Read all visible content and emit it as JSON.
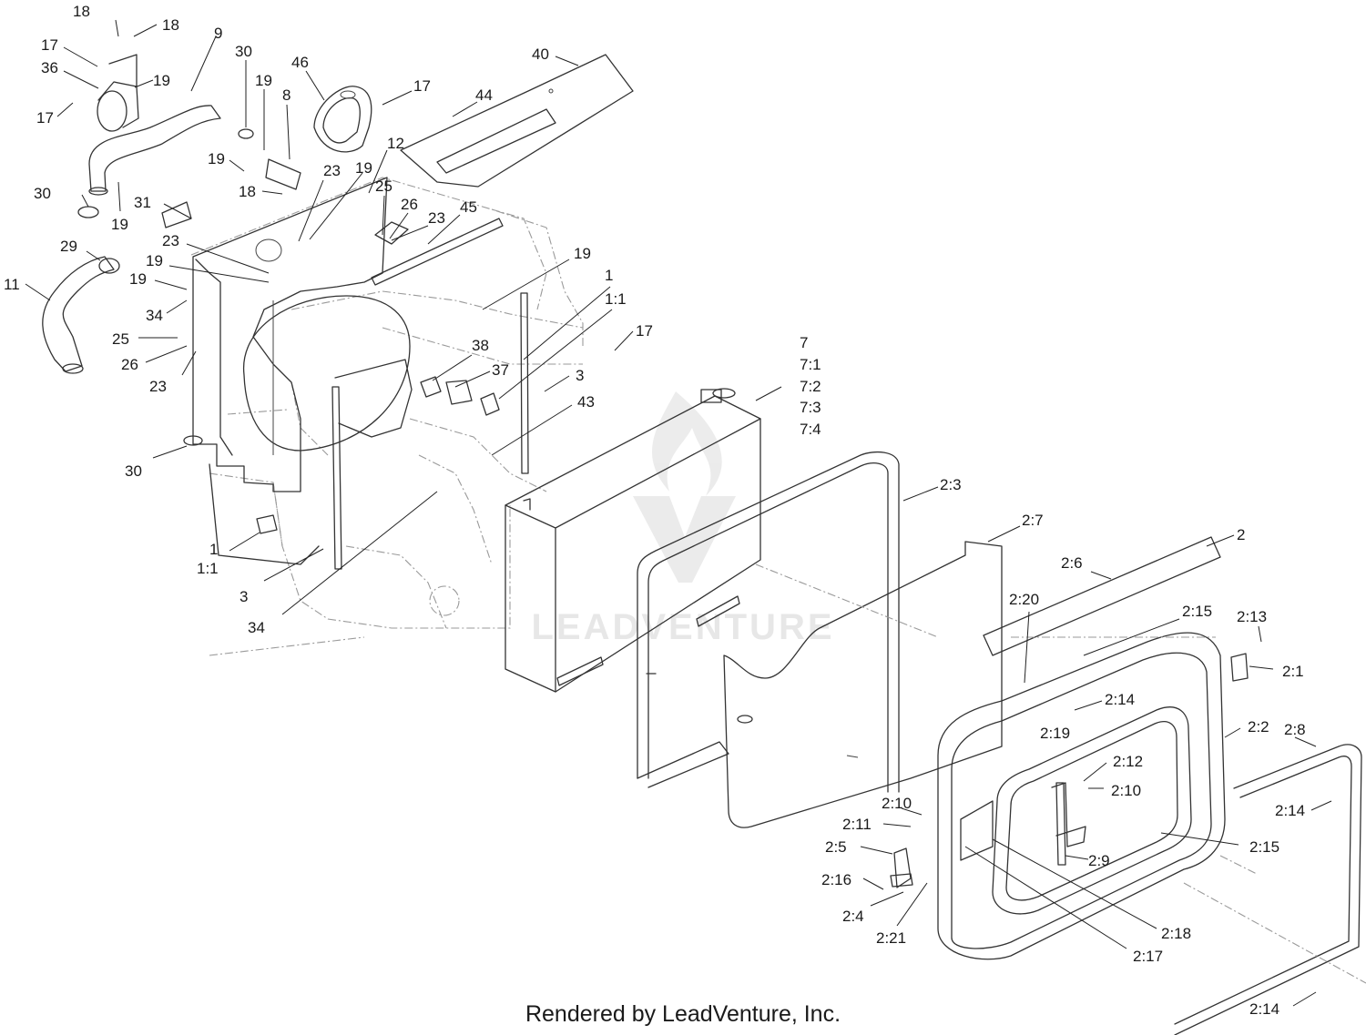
{
  "footer": {
    "text": "Rendered by LeadVenture, Inc."
  },
  "watermark": {
    "text": "LEADVENTURE",
    "color": "#d0d0d0"
  },
  "callouts": [
    {
      "id": "c01",
      "text": "18"
    },
    {
      "id": "c02",
      "text": "18"
    },
    {
      "id": "c03",
      "text": "17"
    },
    {
      "id": "c04",
      "text": "36"
    },
    {
      "id": "c05",
      "text": "19"
    },
    {
      "id": "c06",
      "text": "9"
    },
    {
      "id": "c07",
      "text": "17"
    },
    {
      "id": "c08",
      "text": "30"
    },
    {
      "id": "c09",
      "text": "19"
    },
    {
      "id": "c10",
      "text": "8"
    },
    {
      "id": "c11",
      "text": "46"
    },
    {
      "id": "c12",
      "text": "17"
    },
    {
      "id": "c13",
      "text": "40"
    },
    {
      "id": "c14",
      "text": "44"
    },
    {
      "id": "c15",
      "text": "12"
    },
    {
      "id": "c16",
      "text": "19"
    },
    {
      "id": "c17",
      "text": "23"
    },
    {
      "id": "c18",
      "text": "19"
    },
    {
      "id": "c19",
      "text": "18"
    },
    {
      "id": "c20",
      "text": "25"
    },
    {
      "id": "c21",
      "text": "26"
    },
    {
      "id": "c22",
      "text": "23"
    },
    {
      "id": "c23",
      "text": "45"
    },
    {
      "id": "c24",
      "text": "30"
    },
    {
      "id": "c25",
      "text": "19"
    },
    {
      "id": "c26",
      "text": "31"
    },
    {
      "id": "c27",
      "text": "29"
    },
    {
      "id": "c28",
      "text": "23"
    },
    {
      "id": "c29",
      "text": "19"
    },
    {
      "id": "c30",
      "text": "19"
    },
    {
      "id": "c31",
      "text": "11"
    },
    {
      "id": "c32",
      "text": "34"
    },
    {
      "id": "c33",
      "text": "25"
    },
    {
      "id": "c34",
      "text": "26"
    },
    {
      "id": "c35",
      "text": "23"
    },
    {
      "id": "c36",
      "text": "19"
    },
    {
      "id": "c37",
      "text": "1"
    },
    {
      "id": "c38",
      "text": "1:1"
    },
    {
      "id": "c39",
      "text": "17"
    },
    {
      "id": "c40",
      "text": "38"
    },
    {
      "id": "c41",
      "text": "37"
    },
    {
      "id": "c42",
      "text": "3"
    },
    {
      "id": "c43",
      "text": "43"
    },
    {
      "id": "c44",
      "text": "7"
    },
    {
      "id": "c45",
      "text": "7:1"
    },
    {
      "id": "c46",
      "text": "7:2"
    },
    {
      "id": "c47",
      "text": "7:3"
    },
    {
      "id": "c48",
      "text": "7:4"
    },
    {
      "id": "c49",
      "text": "30"
    },
    {
      "id": "c50",
      "text": "2:3"
    },
    {
      "id": "c51",
      "text": "2:7"
    },
    {
      "id": "c52",
      "text": "2"
    },
    {
      "id": "c53",
      "text": "2:6"
    },
    {
      "id": "c54",
      "text": "1"
    },
    {
      "id": "c55",
      "text": "1:1"
    },
    {
      "id": "c56",
      "text": "3"
    },
    {
      "id": "c57",
      "text": "34"
    },
    {
      "id": "c58",
      "text": "2:20"
    },
    {
      "id": "c59",
      "text": "2:15"
    },
    {
      "id": "c60",
      "text": "2:13"
    },
    {
      "id": "c61",
      "text": "2:1"
    },
    {
      "id": "c62",
      "text": "2:14"
    },
    {
      "id": "c63",
      "text": "2:19"
    },
    {
      "id": "c64",
      "text": "2:2"
    },
    {
      "id": "c65",
      "text": "2:8"
    },
    {
      "id": "c66",
      "text": "2:12"
    },
    {
      "id": "c67",
      "text": "2:10"
    },
    {
      "id": "c68",
      "text": "2:10"
    },
    {
      "id": "c69",
      "text": "2:14"
    },
    {
      "id": "c70",
      "text": "2:11"
    },
    {
      "id": "c71",
      "text": "2:5"
    },
    {
      "id": "c72",
      "text": "2:9"
    },
    {
      "id": "c73",
      "text": "2:15"
    },
    {
      "id": "c74",
      "text": "2:16"
    },
    {
      "id": "c75",
      "text": "2:4"
    },
    {
      "id": "c76",
      "text": "2:21"
    },
    {
      "id": "c77",
      "text": "2:18"
    },
    {
      "id": "c78",
      "text": "2:17"
    },
    {
      "id": "c79",
      "text": "2:14"
    }
  ]
}
